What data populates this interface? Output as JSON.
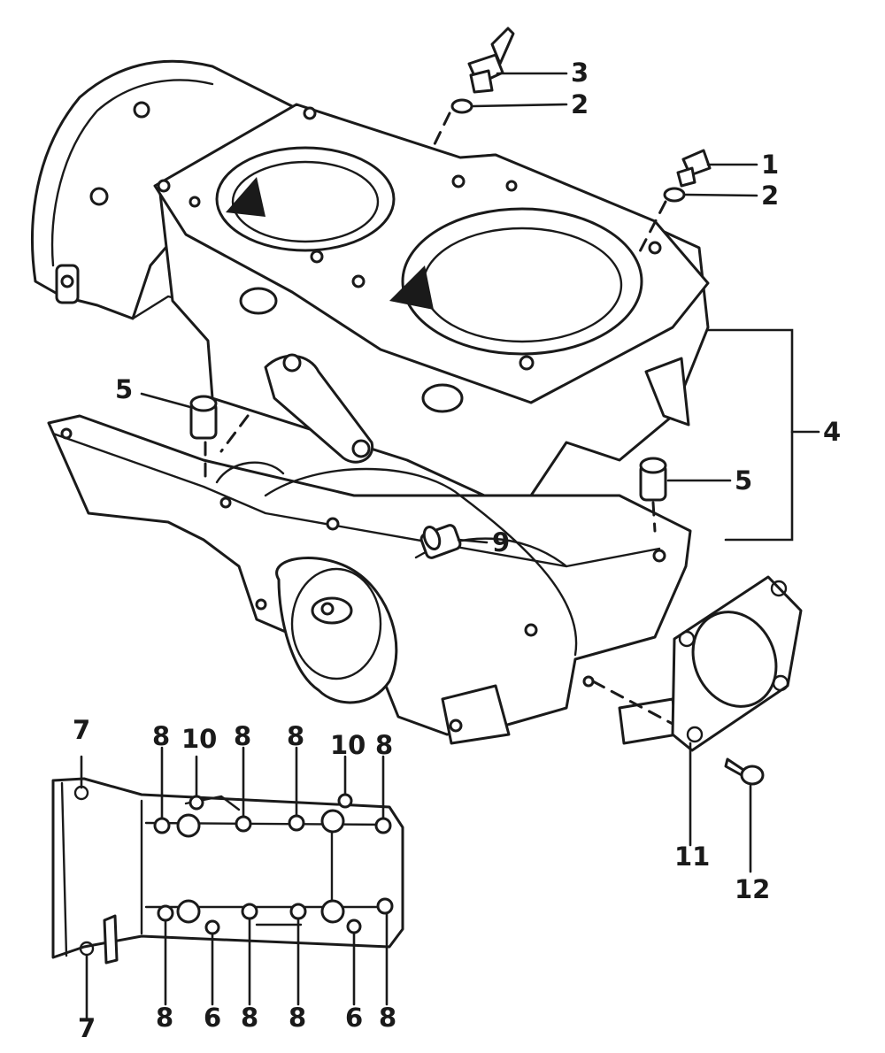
{
  "callouts": {
    "c1": "1",
    "c2a": "2",
    "c2b": "2",
    "c3": "3",
    "c4": "4",
    "c5a": "5",
    "c5b": "5",
    "c6a": "6",
    "c6b": "6",
    "c7a": "7",
    "c7b": "7",
    "c8a": "8",
    "c8b": "8",
    "c8c": "8",
    "c8d": "8",
    "c8e": "8",
    "c8f": "8",
    "c8g": "8",
    "c8h": "8",
    "c9": "9",
    "c10a": "10",
    "c10b": "10",
    "c11": "11",
    "c12": "12"
  },
  "colors": {
    "line": "#1a1a1a",
    "paper": "#ffffff"
  }
}
